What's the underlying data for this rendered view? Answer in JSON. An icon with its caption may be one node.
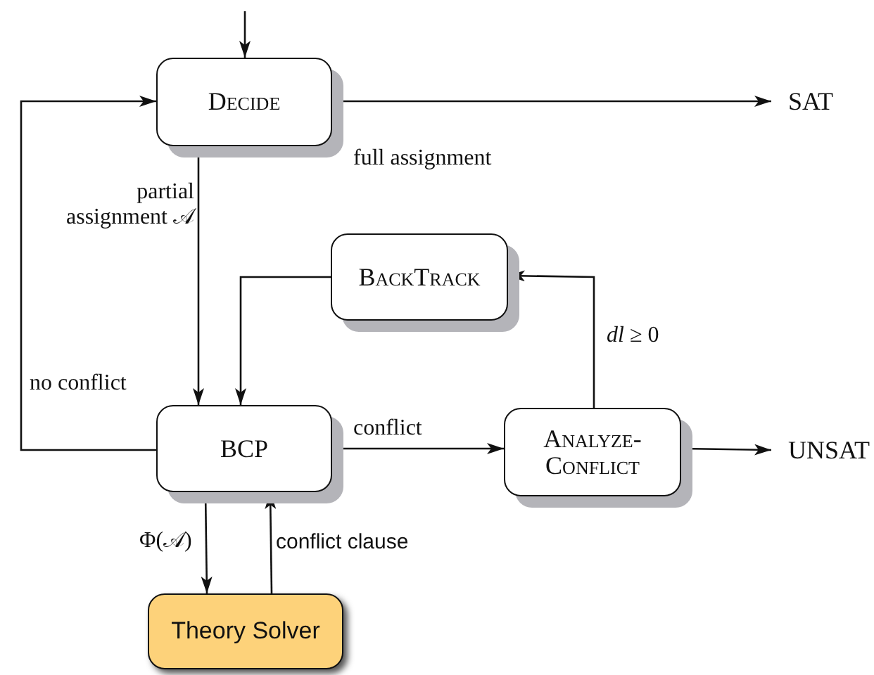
{
  "diagram": {
    "nodes": [
      {
        "text": [
          "Decide"
        ]
      },
      {
        "text": [
          "SAT"
        ]
      },
      {
        "text": [
          "BackTrack"
        ]
      },
      {
        "text": [
          "BCP"
        ]
      },
      {
        "text": [
          "Analyze-Conflict"
        ]
      },
      {
        "text": [
          "UNSAT"
        ]
      },
      {
        "text": [
          "Theory Solver"
        ]
      }
    ],
    "edges": [
      {
        "from": null,
        "to": 0,
        "arrow": "to"
      },
      {
        "from": 0,
        "to": 1,
        "arrow": "to",
        "label": "full assignment"
      },
      {
        "from": 0,
        "to": 3,
        "arrow": "to",
        "label": "partial assignment 𝒜"
      },
      {
        "from": 2,
        "to": 3,
        "arrow": "to"
      },
      {
        "from": 3,
        "to": 0,
        "arrow": "to",
        "label": "no conflict"
      },
      {
        "from": 3,
        "to": 4,
        "arrow": "to",
        "label": "conflict"
      },
      {
        "from": 4,
        "to": 2,
        "arrow": "to",
        "label": "*dl* ≥ 0"
      },
      {
        "from": 4,
        "to": 5,
        "arrow": "to"
      },
      {
        "from": 3,
        "to": 6,
        "arrow": "to",
        "label": "Φ(𝒜)"
      },
      {
        "from": 6,
        "to": 3,
        "arrow": "to",
        "label": "conflict clause"
      }
    ]
  }
}
